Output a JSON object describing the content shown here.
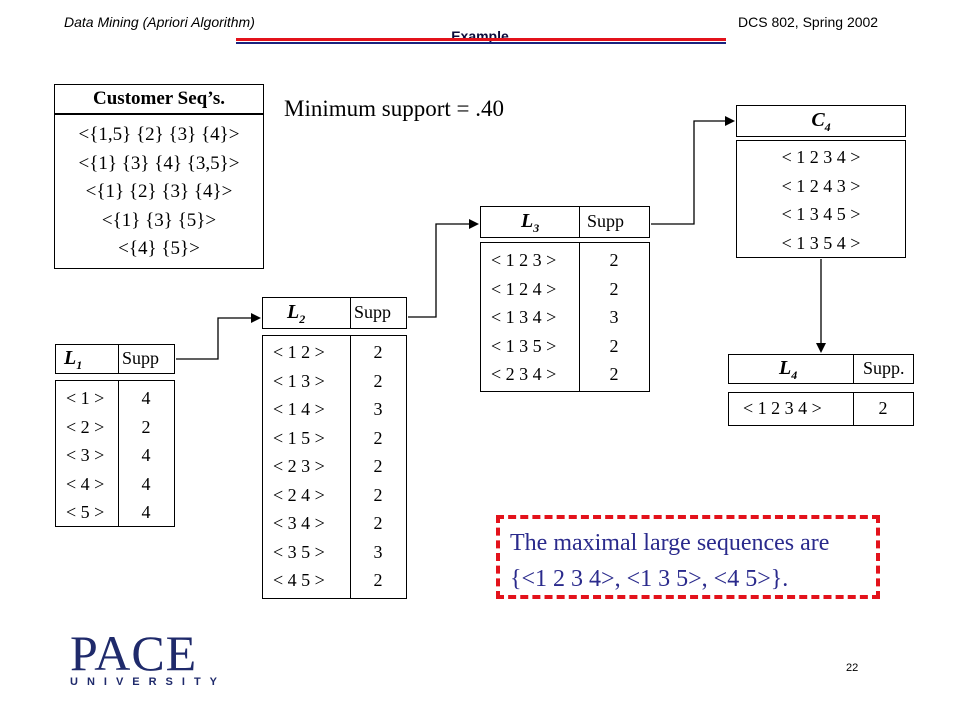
{
  "header": {
    "left": "Data Mining (Apriori Algorithm)",
    "right": "DCS 802, Spring 2002",
    "title": "Example"
  },
  "min_support": "Minimum support = .40",
  "customer": {
    "title": "Customer Seq’s.",
    "rows": [
      "<{1,5} {2} {3} {4}>",
      "<{1} {3} {4} {3,5}>",
      "<{1} {2} {3} {4}>",
      "<{1} {3} {5}>",
      "<{4} {5}>"
    ]
  },
  "supp_label": "Supp",
  "l1": {
    "name": "L",
    "sub": "1",
    "seqs": [
      "< 1 >",
      "< 2 >",
      "< 3 >",
      "< 4 >",
      "< 5 >"
    ],
    "supps": [
      "4",
      "2",
      "4",
      "4",
      "4"
    ]
  },
  "l2": {
    "name": "L",
    "sub": "2",
    "seqs": [
      "< 1 2 >",
      "< 1 3 >",
      "< 1 4 >",
      "< 1 5 >",
      "< 2 3 >",
      "< 2 4 >",
      "< 3 4 >",
      "< 3 5 >",
      "< 4 5 >"
    ],
    "supps": [
      "2",
      "2",
      "3",
      "2",
      "2",
      "2",
      "2",
      "3",
      "2"
    ]
  },
  "l3": {
    "name": "L",
    "sub": "3",
    "seqs": [
      "< 1 2 3 >",
      "< 1 2 4 >",
      "< 1 3 4 >",
      "< 1 3 5 >",
      "< 2 3 4 >"
    ],
    "supps": [
      "2",
      "2",
      "3",
      "2",
      "2"
    ]
  },
  "c4": {
    "name": "C",
    "sub": "4",
    "seqs": [
      "< 1 2 3 4 >",
      "< 1 2 4 3 >",
      "< 1 3 4 5 >",
      "< 1 3 5 4 >"
    ]
  },
  "l4": {
    "name": "L",
    "sub": "4",
    "supp_label": "Supp.",
    "seqs": [
      "< 1 2 3 4 >"
    ],
    "supps": [
      "2"
    ]
  },
  "note": {
    "line1": "The maximal large sequences are",
    "line2": "{<1 2 3 4>, <1 3 5>, <4 5>}."
  },
  "logo": {
    "word": "PACE",
    "sub": "UNIVERSITY"
  },
  "page_number": "22"
}
